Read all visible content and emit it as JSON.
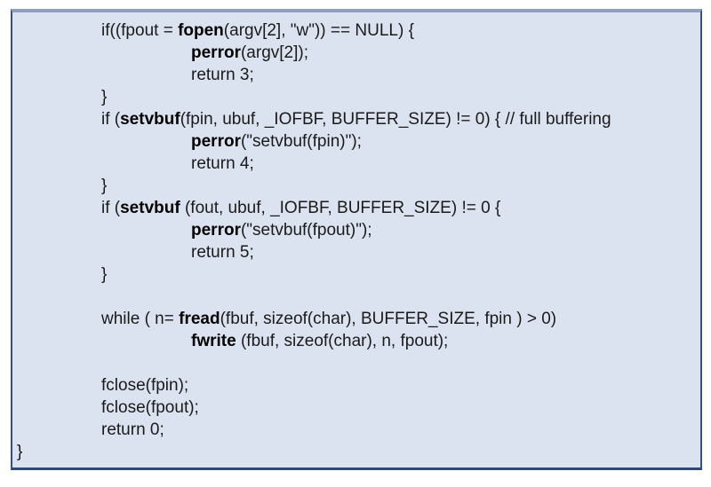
{
  "colors": {
    "box_bg": "#dce3f0",
    "border_side": "#34517f",
    "border_bottom": "#2d4a78",
    "border_top": "#8e9ebc",
    "code_text": "#1a1a1a",
    "code_bold": "#000000"
  },
  "code": {
    "language": "c",
    "lines": [
      {
        "indent": 1,
        "segments": [
          {
            "t": "if((fpout = "
          },
          {
            "t": "fopen",
            "b": true
          },
          {
            "t": "(argv[2], \"w\")) == NULL) {"
          }
        ]
      },
      {
        "indent": 2,
        "segments": [
          {
            "t": "perror",
            "b": true
          },
          {
            "t": "(argv[2]);"
          }
        ]
      },
      {
        "indent": 2,
        "segments": [
          {
            "t": "return 3;"
          }
        ]
      },
      {
        "indent": 1,
        "segments": [
          {
            "t": "}"
          }
        ]
      },
      {
        "indent": 1,
        "segments": [
          {
            "t": "if ("
          },
          {
            "t": "setvbuf",
            "b": true
          },
          {
            "t": "(fpin, ubuf, _IOFBF, BUFFER_SIZE) != 0) { // full buffering"
          }
        ]
      },
      {
        "indent": 2,
        "segments": [
          {
            "t": "perror",
            "b": true
          },
          {
            "t": "(\"setvbuf(fpin)\");"
          }
        ]
      },
      {
        "indent": 2,
        "segments": [
          {
            "t": "return 4;"
          }
        ]
      },
      {
        "indent": 1,
        "segments": [
          {
            "t": "}"
          }
        ]
      },
      {
        "indent": 1,
        "segments": [
          {
            "t": "if ("
          },
          {
            "t": "setvbuf",
            "b": true
          },
          {
            "t": " (fout, ubuf, _IOFBF, BUFFER_SIZE) != 0 {"
          }
        ]
      },
      {
        "indent": 2,
        "segments": [
          {
            "t": "perror",
            "b": true
          },
          {
            "t": "(\"setvbuf(fpout)\");"
          }
        ]
      },
      {
        "indent": 2,
        "segments": [
          {
            "t": "return 5;"
          }
        ]
      },
      {
        "indent": 1,
        "segments": [
          {
            "t": "}"
          }
        ]
      },
      {
        "indent": 1,
        "segments": []
      },
      {
        "indent": 1,
        "segments": [
          {
            "t": "while ( n= "
          },
          {
            "t": "fread",
            "b": true
          },
          {
            "t": "(fbuf, sizeof(char), BUFFER_SIZE, fpin ) > 0)"
          }
        ]
      },
      {
        "indent": 2,
        "segments": [
          {
            "t": "fwrite",
            "b": true
          },
          {
            "t": " (fbuf, sizeof(char), n, fpout);"
          }
        ]
      },
      {
        "indent": 1,
        "segments": []
      },
      {
        "indent": 1,
        "segments": [
          {
            "t": "fclose(fpin);"
          }
        ]
      },
      {
        "indent": 1,
        "segments": [
          {
            "t": "fclose(fpout);"
          }
        ]
      },
      {
        "indent": 1,
        "segments": [
          {
            "t": "return 0;"
          }
        ]
      },
      {
        "indent": 0,
        "segments": [
          {
            "t": "}"
          }
        ]
      }
    ]
  }
}
